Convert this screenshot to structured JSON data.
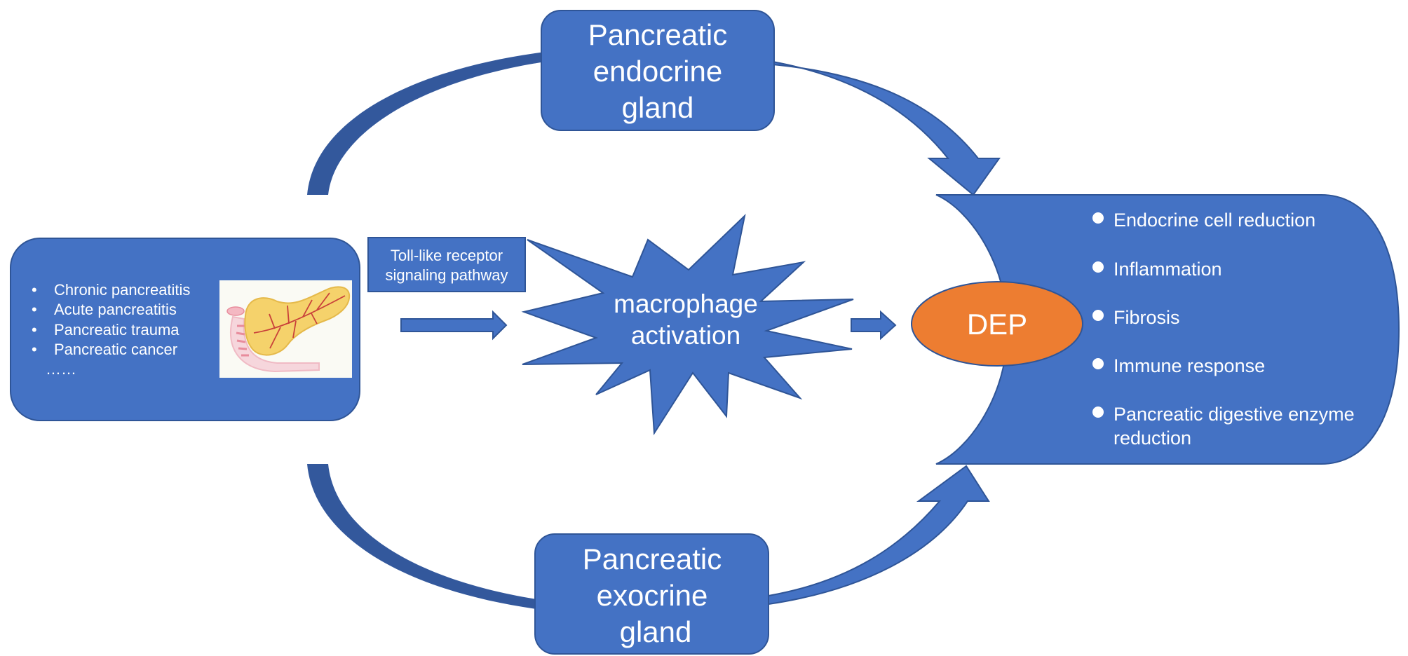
{
  "colors": {
    "primary": "#4472C4",
    "primary_dark": "#2F5597",
    "arc_dark": "#33589C",
    "dep": "#ED7D31",
    "organ_body": "#F5D26B",
    "organ_vessel": "#C9413A",
    "organ_pink": "#F4B8C2",
    "text": "#FFFFFF"
  },
  "causes": {
    "items": [
      "Chronic pancreatitis",
      "Acute pancreatitis",
      "Pancreatic trauma",
      "Pancreatic cancer"
    ],
    "ellipsis": "……"
  },
  "pathway_label": {
    "line1": "Toll-like receptor",
    "line2": "signaling pathway"
  },
  "central": {
    "line1": "macrophage",
    "line2": "activation"
  },
  "outcome": {
    "label": "DEP"
  },
  "endocrine_gland": {
    "line1": "Pancreatic",
    "line2": "endocrine",
    "line3": "gland"
  },
  "exocrine_gland": {
    "line1": "Pancreatic",
    "line2": "exocrine",
    "line3": "gland"
  },
  "effects": {
    "items": [
      [
        "Endocrine cell reduction"
      ],
      [
        "Inflammation"
      ],
      [
        "Fibrosis"
      ],
      [
        "Immune response"
      ],
      [
        "Pancreatic digestive enzyme",
        "reduction"
      ]
    ]
  },
  "icons": {
    "organ": "pancreas-illustration",
    "bullet": "bullet-dot-icon"
  }
}
